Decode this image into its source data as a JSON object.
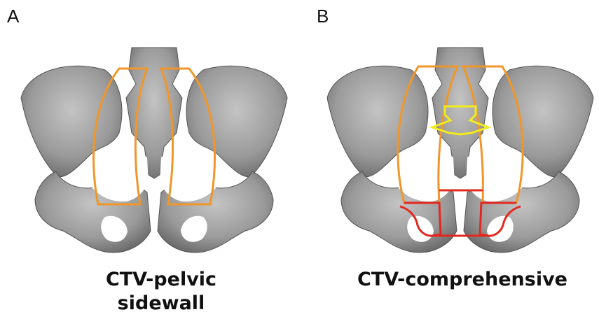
{
  "panels": [
    {
      "label": "A",
      "caption_line1": "CTV-pelvic",
      "caption_line2": "sidewall"
    },
    {
      "label": "B",
      "caption": "CTV-comprehensive"
    }
  ],
  "colors": {
    "bone_light": "#b9b9b9",
    "bone_dark": "#6e6e6e",
    "contour_orange": "#f0962a",
    "contour_red": "#e2281e",
    "contour_yellow": "#f2ea1c"
  }
}
